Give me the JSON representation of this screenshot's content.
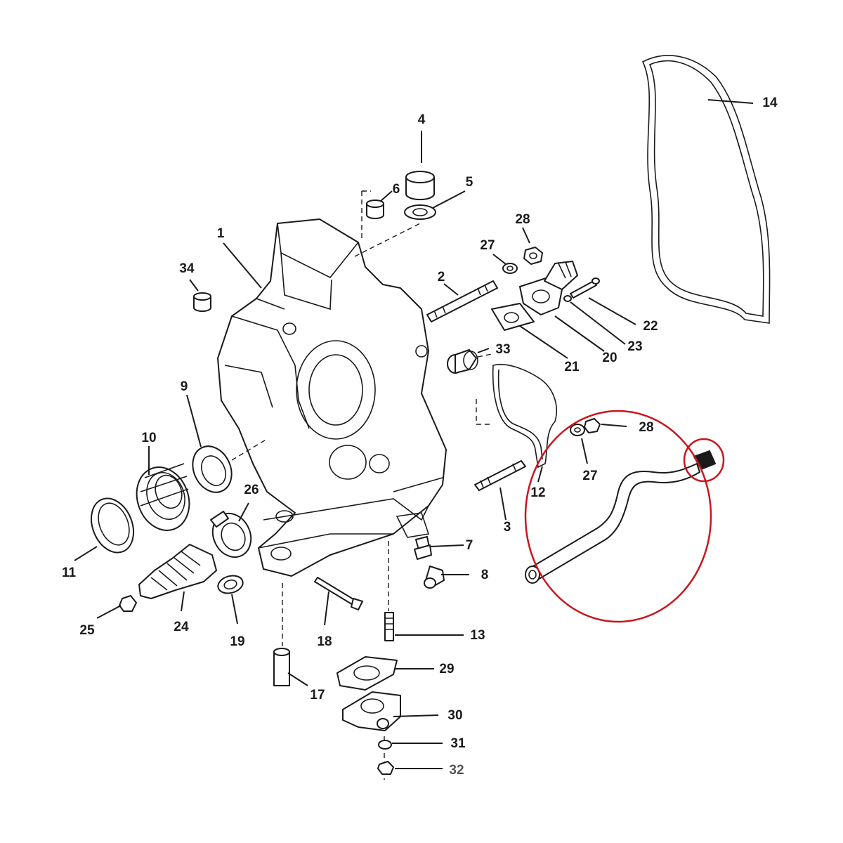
{
  "callouts": {
    "c1": "1",
    "c2": "2",
    "c3": "3",
    "c4": "4",
    "c5": "5",
    "c6": "6",
    "c7": "7",
    "c8": "8",
    "c9": "9",
    "c10": "10",
    "c11": "11",
    "c12": "12",
    "c13": "13",
    "c14": "14",
    "c17": "17",
    "c18": "18",
    "c19": "19",
    "c20": "20",
    "c21": "21",
    "c22": "22",
    "c23": "23",
    "c24": "24",
    "c25": "25",
    "c26": "26",
    "c27a": "27",
    "c27b": "27",
    "c28a": "28",
    "c28b": "28",
    "c29": "29",
    "c30": "30",
    "c31": "31",
    "c32": "32",
    "c33": "33",
    "c34": "34"
  },
  "colors": {
    "line": "#1a1a1a",
    "highlight": "#c8161d",
    "background": "#ffffff"
  }
}
